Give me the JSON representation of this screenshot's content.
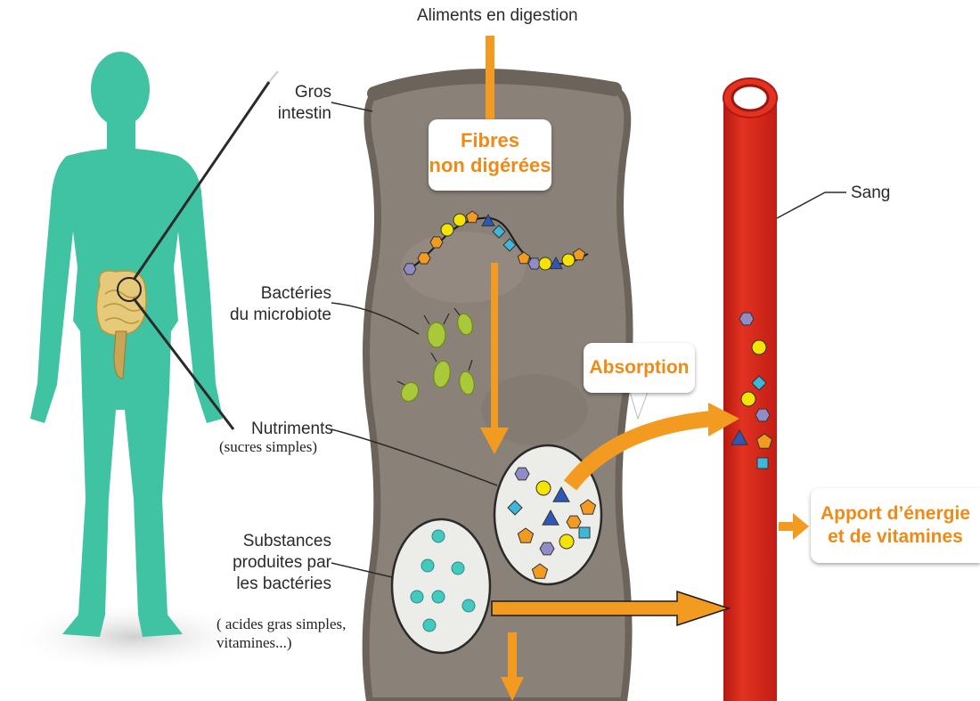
{
  "labels": {
    "top": "Aliments en digestion",
    "gros_intestin": [
      "Gros",
      "intestin"
    ],
    "fibres": [
      "Fibres",
      "non digérées"
    ],
    "sang": "Sang",
    "bacteries": [
      "Bactéries",
      "du microbiote"
    ],
    "nutriments": "Nutriments",
    "nutriments_note": "(sucres simples)",
    "absorption": "Absorption",
    "apport": [
      "Apport d’énergie",
      "et de vitamines"
    ],
    "substances": [
      "Substances",
      "produites par",
      "les bactéries"
    ],
    "substances_note": [
      "( acides gras simples,",
      "vitamines...)"
    ]
  },
  "colors": {
    "body": "#3fc3a3",
    "intestine_wall": "#7a7066",
    "intestine_fill": "#8a8178",
    "blood_vessel": "#d8261c",
    "arrow_orange": "#f39a21",
    "label_orange": "#f08a16",
    "nutrient_blue": "#2f57b5",
    "nutrient_yellow": "#f5e400",
    "nutrient_purple": "#8f8cc8",
    "nutrient_cyan": "#3fb7d9",
    "nutrient_orange": "#f39a21",
    "bacteria_green": "#a9c93a",
    "substance_teal": "#44c9c0"
  }
}
